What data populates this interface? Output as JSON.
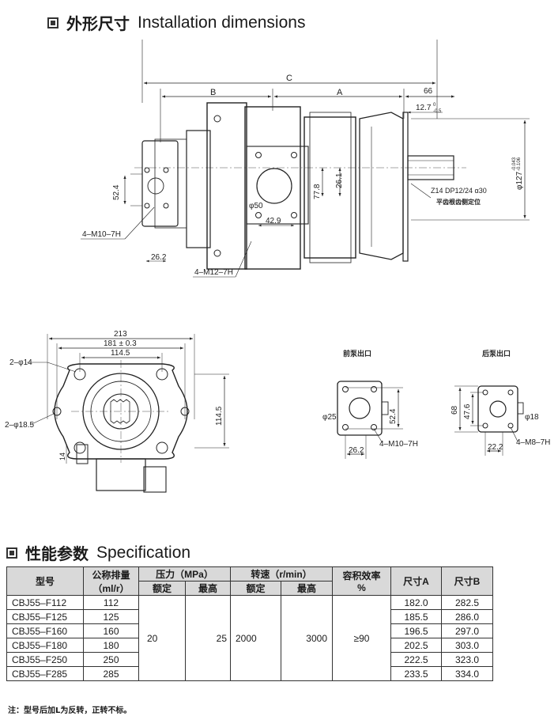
{
  "install": {
    "title_cn": "外形尺寸",
    "title_en": "Installation dimensions"
  },
  "drawing": {
    "top": {
      "C": "C",
      "A": "A",
      "B": "B",
      "d66": "66",
      "d12_7": "12.7",
      "tol_up": "0",
      "tol_dn": "-0.5",
      "d52_4": "52.4",
      "d26_1": "26.1",
      "d77_8": "77.8",
      "phi50": "φ50",
      "d42_9": "42.9",
      "d26_2": "26.2",
      "phi127": "φ127",
      "phi127_tol1": "-0.043",
      "phi127_tol2": "-0.106",
      "m10": "4–M10–7H",
      "m12": "4–M12–7H",
      "spline1": "Z14  DP12/24  α30",
      "spline2": "平齿根齿侧定位"
    },
    "front": {
      "d213": "213",
      "d181": "181 ± 0.3",
      "d114_5": "114.5",
      "d114_5v": "114.5",
      "h14": "2–φ14",
      "h18": "2–φ18.5",
      "d14": "14"
    },
    "front_port": {
      "title": "前泵出口",
      "phi25": "φ25",
      "d52_4": "52.4",
      "d26_2": "26.2",
      "m10": "4–M10–7H"
    },
    "rear_port": {
      "title": "后泵出口",
      "d68": "68",
      "d47_6": "47.6",
      "phi18": "φ18",
      "d22_2": "22.2",
      "m8": "4–M8–7H"
    }
  },
  "spec": {
    "title_cn": "性能参数",
    "title_en": "Specification",
    "headers": {
      "model": "型号",
      "disp1": "公称排量",
      "disp2": "（ml/r）",
      "pressure": "压力（MPa）",
      "p_rated": "额定",
      "p_max": "最高",
      "speed": "转速（r/min）",
      "s_rated": "额定",
      "s_max": "最高",
      "eff1": "容积效率",
      "eff2": "%",
      "dimA": "尺寸A",
      "dimB": "尺寸B"
    },
    "shared": {
      "p_rated": "20",
      "p_max": "25",
      "s_rated": "2000",
      "s_max": "3000",
      "eff": "≥90"
    },
    "rows": [
      {
        "model": "CBJ55–F112",
        "disp": "112",
        "A": "182.0",
        "B": "282.5"
      },
      {
        "model": "CBJ55–F125",
        "disp": "125",
        "A": "185.5",
        "B": "286.0"
      },
      {
        "model": "CBJ55–F160",
        "disp": "160",
        "A": "196.5",
        "B": "297.0"
      },
      {
        "model": "CBJ55–F180",
        "disp": "180",
        "A": "202.5",
        "B": "303.0"
      },
      {
        "model": "CBJ55–F250",
        "disp": "250",
        "A": "222.5",
        "B": "323.0"
      },
      {
        "model": "CBJ55–F285",
        "disp": "285",
        "A": "233.5",
        "B": "334.0"
      }
    ],
    "note": "注：型号后加L为反转，正转不标。"
  }
}
